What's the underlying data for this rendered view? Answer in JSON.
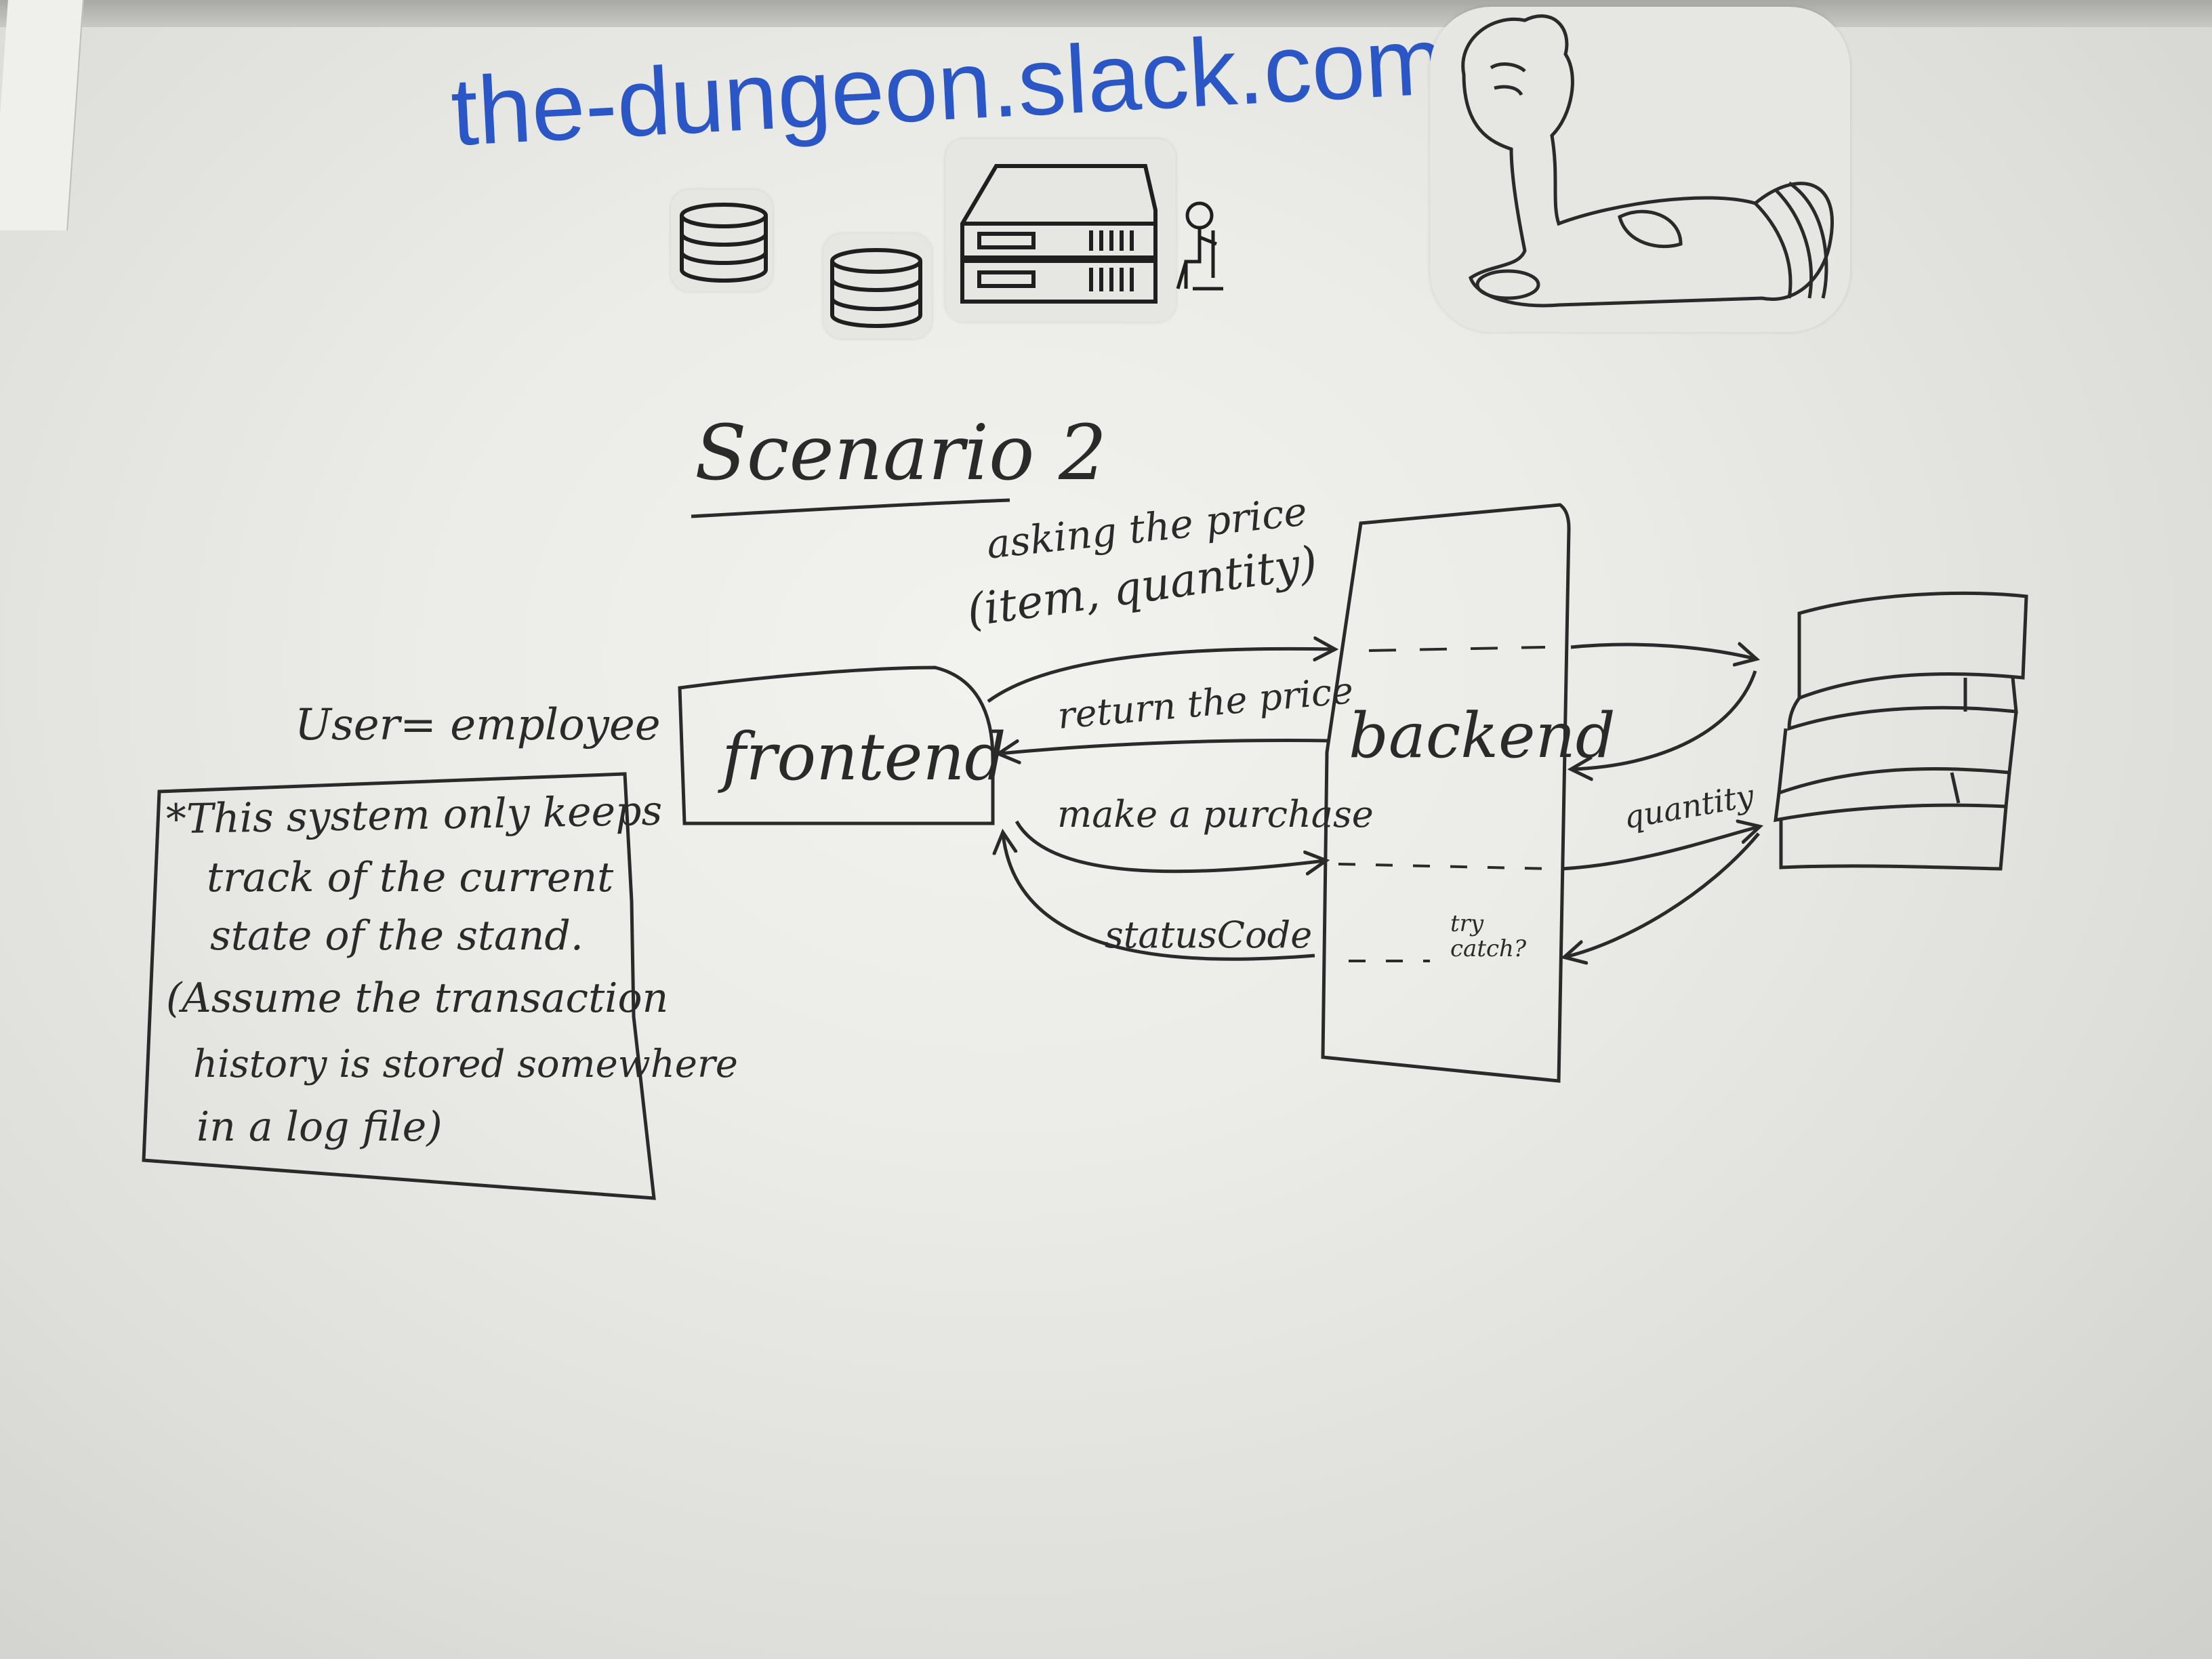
{
  "header": {
    "site": "the-dungeon.slack.com"
  },
  "diagram": {
    "title": "Scenario 2",
    "user_label": "User= employee",
    "note_lines": [
      "*This system only keeps",
      "track of the current",
      "state of the stand.",
      "(Assume the transaction",
      "history is stored somewhere",
      "in a log file)"
    ],
    "nodes": {
      "frontend": "frontend",
      "backend": "backend"
    },
    "edges": {
      "ask_price_line1": "asking the price",
      "ask_price_line2": "(item, quantity)",
      "return_price": "return the price",
      "make_purchase": "make a purchase",
      "status_code": "statusCode",
      "quantity": "quantity",
      "try_catch": "try catch?"
    }
  },
  "stickers": {
    "databases": "database-icon",
    "servers": "server-rack-icon",
    "person": "person-at-desk-icon",
    "pony": "pony-drawing"
  }
}
